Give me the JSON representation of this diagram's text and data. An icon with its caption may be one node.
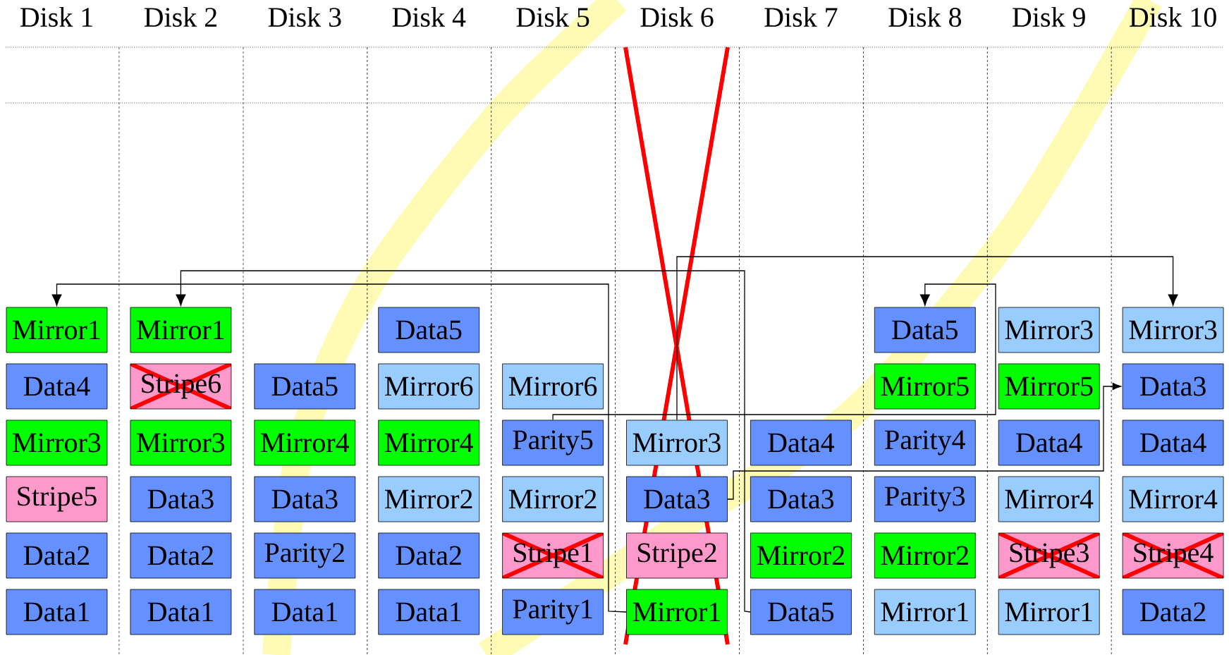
{
  "diagram": {
    "nodes": [
      {
        "text": [
          "Mirror1"
        ]
      },
      {
        "text": [
          "Data4"
        ]
      },
      {
        "text": [
          "Mirror3"
        ]
      },
      {
        "text": [
          "Stripe5"
        ]
      },
      {
        "text": [
          "Data2"
        ]
      },
      {
        "text": [
          "Data1"
        ]
      },
      {
        "text": [
          "Mirror1"
        ]
      },
      {
        "text": [
          "Stripe6"
        ]
      },
      {
        "text": [
          "Mirror3"
        ]
      },
      {
        "text": [
          "Data3"
        ]
      },
      {
        "text": [
          "Data2"
        ]
      },
      {
        "text": [
          "Data1"
        ]
      },
      {
        "text": [
          "Data5"
        ]
      },
      {
        "text": [
          "Mirror4"
        ]
      },
      {
        "text": [
          "Data3"
        ]
      },
      {
        "text": [
          "Parity2"
        ]
      },
      {
        "text": [
          "Data1"
        ]
      },
      {
        "text": [
          "Data5"
        ]
      },
      {
        "text": [
          "Mirror6"
        ]
      },
      {
        "text": [
          "Mirror4"
        ]
      },
      {
        "text": [
          "Mirror2"
        ]
      },
      {
        "text": [
          "Data2"
        ]
      },
      {
        "text": [
          "Data1"
        ]
      },
      {
        "text": [
          "Mirror6"
        ]
      },
      {
        "text": [
          "Parity5"
        ]
      },
      {
        "text": [
          "Mirror2"
        ]
      },
      {
        "text": [
          "Stripe1"
        ]
      },
      {
        "text": [
          "Parity1"
        ]
      },
      {
        "text": [
          "Mirror3"
        ]
      },
      {
        "text": [
          "Data3"
        ]
      },
      {
        "text": [
          "Stripe2"
        ]
      },
      {
        "text": [
          "Mirror1"
        ]
      },
      {
        "text": [
          "Data4"
        ]
      },
      {
        "text": [
          "Data3"
        ]
      },
      {
        "text": [
          "Mirror2"
        ]
      },
      {
        "text": [
          "Data5"
        ]
      },
      {
        "text": [
          "Data5"
        ]
      },
      {
        "text": [
          "Mirror5"
        ]
      },
      {
        "text": [
          "Parity4"
        ]
      },
      {
        "text": [
          "Parity3"
        ]
      },
      {
        "text": [
          "Mirror2"
        ]
      },
      {
        "text": [
          "Mirror1"
        ]
      },
      {
        "text": [
          "Mirror3"
        ]
      },
      {
        "text": [
          "Mirror5"
        ]
      },
      {
        "text": [
          "Data4"
        ]
      },
      {
        "text": [
          "Mirror4"
        ]
      },
      {
        "text": [
          "Stripe3"
        ]
      },
      {
        "text": [
          "Mirror1"
        ]
      },
      {
        "text": [
          "Mirror3"
        ]
      },
      {
        "text": [
          "Data3"
        ]
      },
      {
        "text": [
          "Data4"
        ]
      },
      {
        "text": [
          "Mirror4"
        ]
      },
      {
        "text": [
          "Stripe4"
        ]
      },
      {
        "text": [
          "Data2"
        ]
      }
    ],
    "edges": [
      {
        "from": 31,
        "to": 0,
        "arrow": "to"
      },
      {
        "from": 35,
        "to": 6,
        "arrow": "to"
      },
      {
        "from": 24,
        "to": 36,
        "arrow": "to"
      },
      {
        "from": 28,
        "to": 48,
        "arrow": "to"
      },
      {
        "from": 29,
        "to": 49,
        "arrow": "to"
      }
    ],
    "labels": [
      "Disk 1",
      "Disk 2",
      "Disk 3",
      "Disk 4",
      "Disk 5",
      "Disk 6",
      "Disk 7",
      "Disk 8",
      "Disk 9",
      "Disk 10"
    ]
  }
}
